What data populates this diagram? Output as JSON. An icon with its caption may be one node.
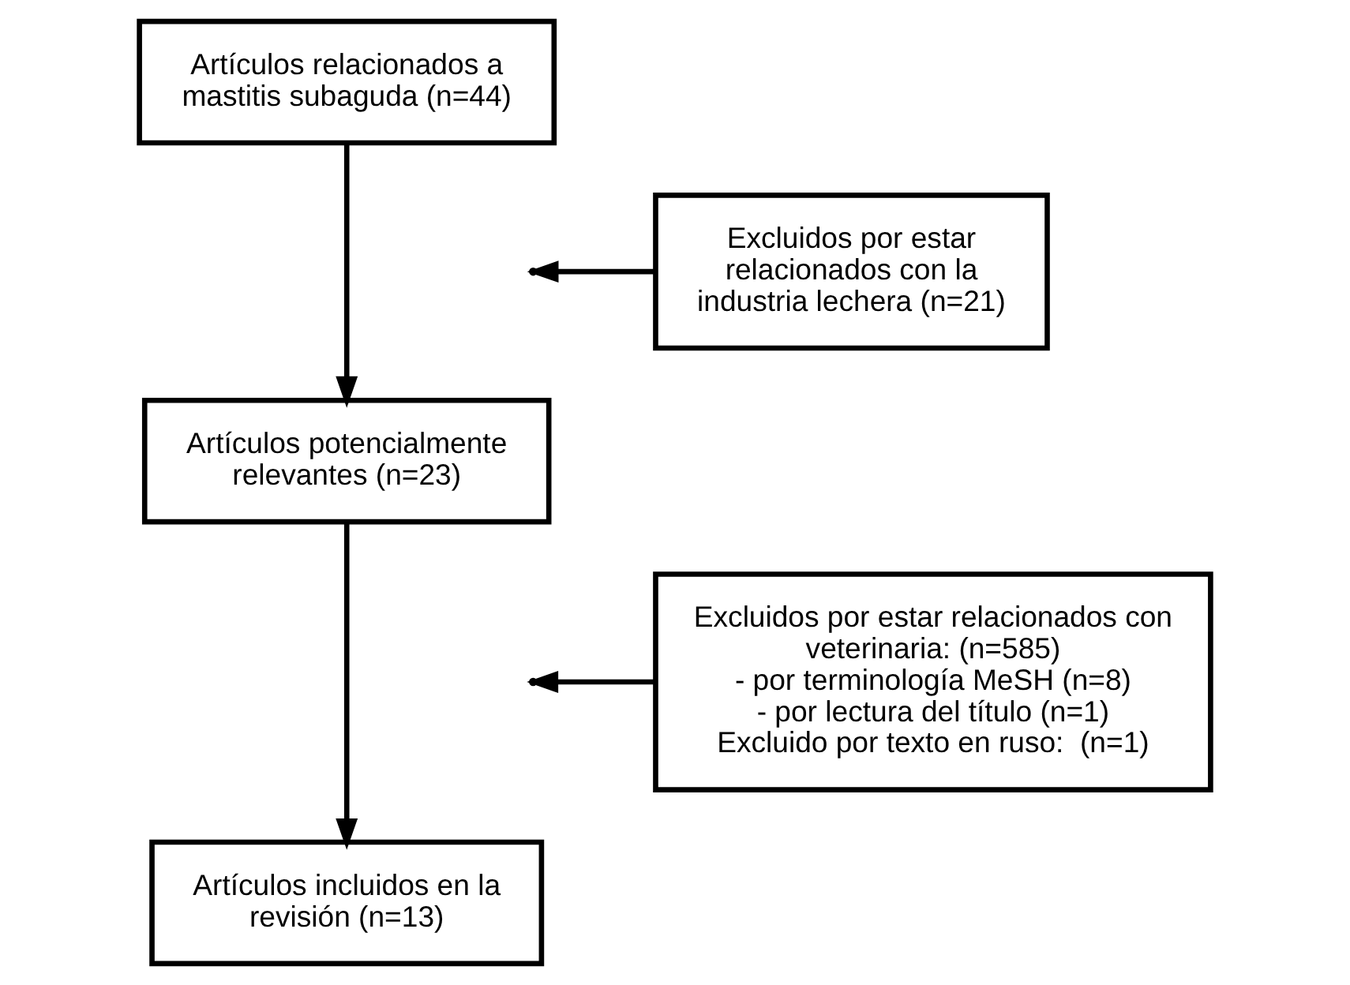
{
  "diagram": {
    "nodes": [
      {
        "text": [
          "Artículos relacionados a mastitis subaguda (n=44)"
        ]
      },
      {
        "text": [
          "Artículos potencialmente relevantes (n=23)"
        ]
      },
      {
        "text": [
          "Artículos incluidos en la revisión (n=13)"
        ]
      },
      {
        "text": [
          "Excluidos por estar relacionados con la industria lechera (n=21)"
        ]
      },
      {
        "text": [
          "Excluidos por estar relacionados con veterinaria: (n=585)",
          "- por terminología MeSH (n=8)",
          "- por lectura del título (n=1)",
          "Excluido por texto en ruso:  (n=1)"
        ]
      }
    ],
    "edges": [
      {
        "from": 0,
        "to": 1,
        "arrow": "to"
      },
      {
        "from": 3,
        "to": null,
        "arrow": "to"
      },
      {
        "from": 1,
        "to": 2,
        "arrow": "to"
      },
      {
        "from": 4,
        "to": null,
        "arrow": "to"
      }
    ]
  }
}
